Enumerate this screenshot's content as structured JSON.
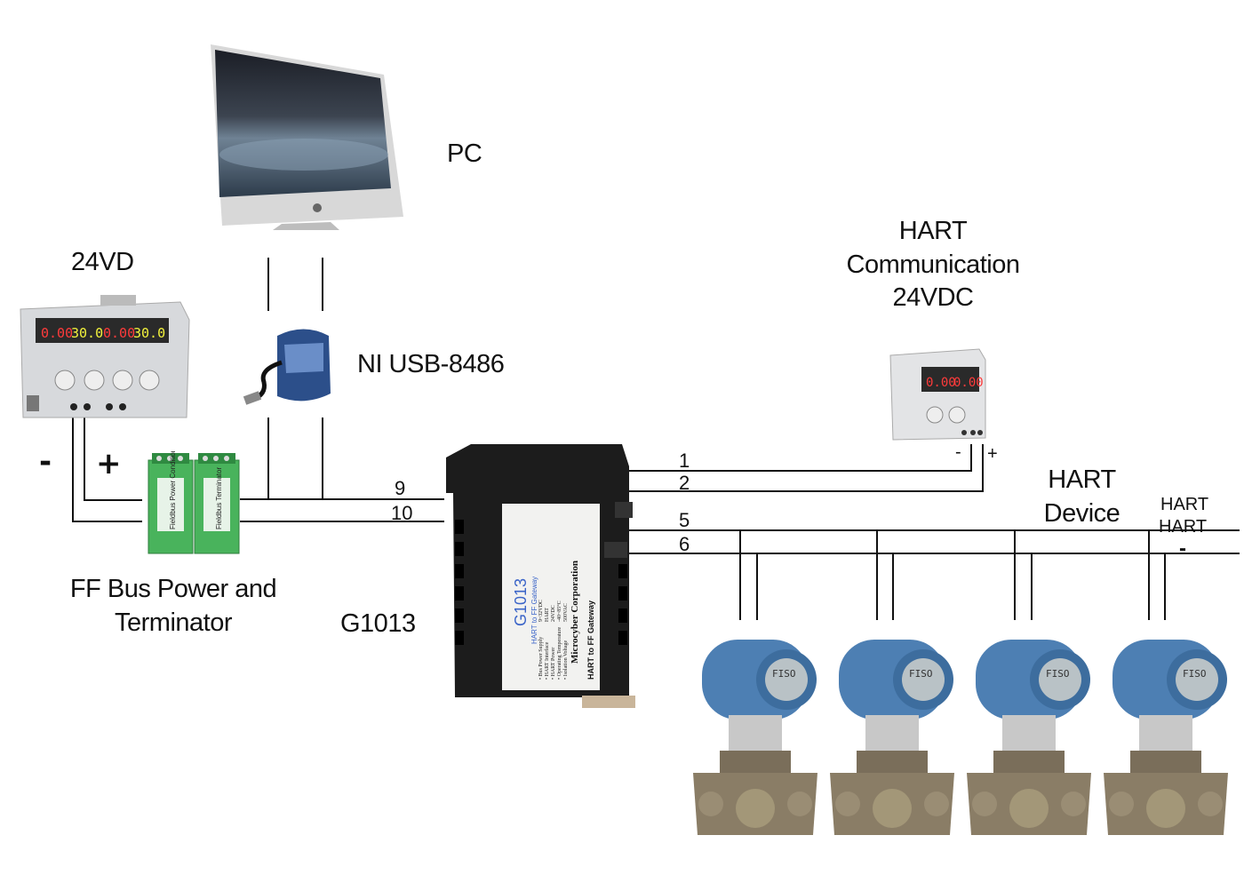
{
  "labels": {
    "pc": "PC",
    "supply_24v": "24VD",
    "ni_usb": "NI USB-8486",
    "hart_comm_line1": "HART",
    "hart_comm_line2": "Communication",
    "hart_comm_line3": "24VDC",
    "ff_bus_line1": "FF Bus Power and",
    "ff_bus_line2": "Terminator",
    "gateway": "G1013",
    "hart_device_line1": "HART",
    "hart_device_line2": "Device",
    "bus_hart_plus": "HART",
    "bus_hart_minus": "HART"
  },
  "terminals": {
    "t1": "1",
    "t2": "2",
    "t5": "5",
    "t6": "6",
    "t9": "9",
    "t10": "10"
  },
  "polarity": {
    "ff_minus": "-",
    "ff_plus": "+",
    "hart_supply_minus": "-",
    "hart_supply_plus": "+",
    "bus_minus": "-"
  },
  "gateway_device": {
    "model": "G1013",
    "subtitle": "HART to FF Gateway",
    "maker": "Microcyber Corporation",
    "side_text": "HART to FF Gateway",
    "specs": [
      "• Bus Power Supply",
      "• HART Interface",
      "• HART Power",
      "• Operating Temperature",
      "• Isolation Voltage"
    ],
    "spec_values": [
      "9~32VDC",
      "HART",
      "24VDC",
      "-40~85°C",
      "500VAC"
    ]
  },
  "ff_module": {
    "left_text": "Fieldbus Power Conditioner",
    "right_text": "Fieldbus Terminator"
  },
  "supply_readouts": [
    "0.00",
    "30.0",
    "0.00",
    "30.0"
  ],
  "hart_supply_readouts": [
    "0.00",
    "0.00"
  ],
  "transmitter_display": "FISO",
  "colors": {
    "transmitter_blue": "#4d7fb3",
    "gateway_body": "#1c1c1c",
    "ff_module_green": "#3faa52"
  }
}
